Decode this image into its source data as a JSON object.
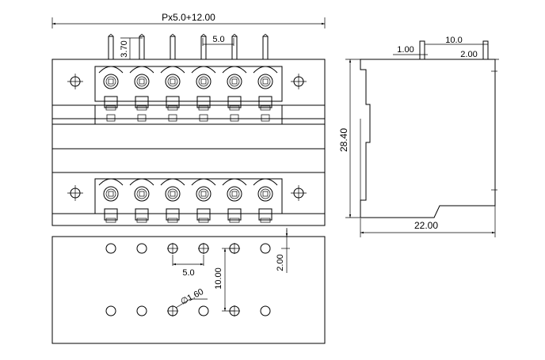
{
  "front_view": {
    "dims": {
      "overall_width": "Px5.0+12.00",
      "pin_length": "3.70",
      "pitch": "5.0"
    },
    "pin_count": 6
  },
  "side_view": {
    "dims": {
      "depth": "22.00",
      "height": "28.40",
      "pin_spacing": "10.0",
      "pin_width": "1.00",
      "pin_offset": "2.00"
    }
  },
  "pcb_view": {
    "dims": {
      "pitch": "5.0",
      "row_spacing": "10.00",
      "hole_diameter": "∅1.60",
      "edge_offset": "2.00"
    },
    "holes_per_row": 6
  }
}
